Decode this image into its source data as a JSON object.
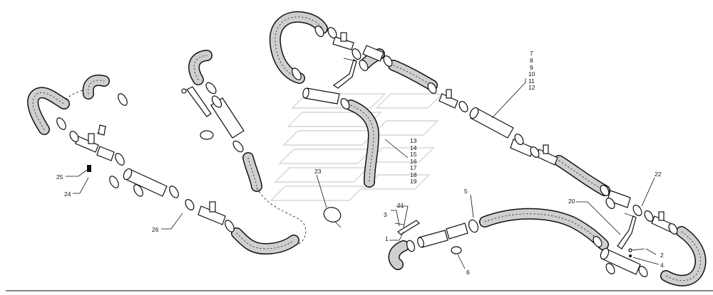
{
  "callouts": {
    "c1": "1",
    "c2": "2",
    "c3": "3",
    "c4": "4",
    "c5": "5",
    "c6": "6",
    "c7": "7",
    "c8": "8",
    "c9": "9",
    "c10": "10",
    "c11": "11",
    "c12": "12",
    "c13": "13",
    "c14": "14",
    "c15": "15",
    "c16": "16",
    "c17": "17",
    "c18": "18",
    "c19": "19",
    "c20": "20",
    "c21": "21",
    "c22": "22",
    "c23": "23",
    "c24": "24",
    "c25": "25",
    "c26": "26"
  },
  "colors": {
    "line": "#111111",
    "hose_fill": "#cfcfcf",
    "watermark": "#d6d6d6"
  }
}
